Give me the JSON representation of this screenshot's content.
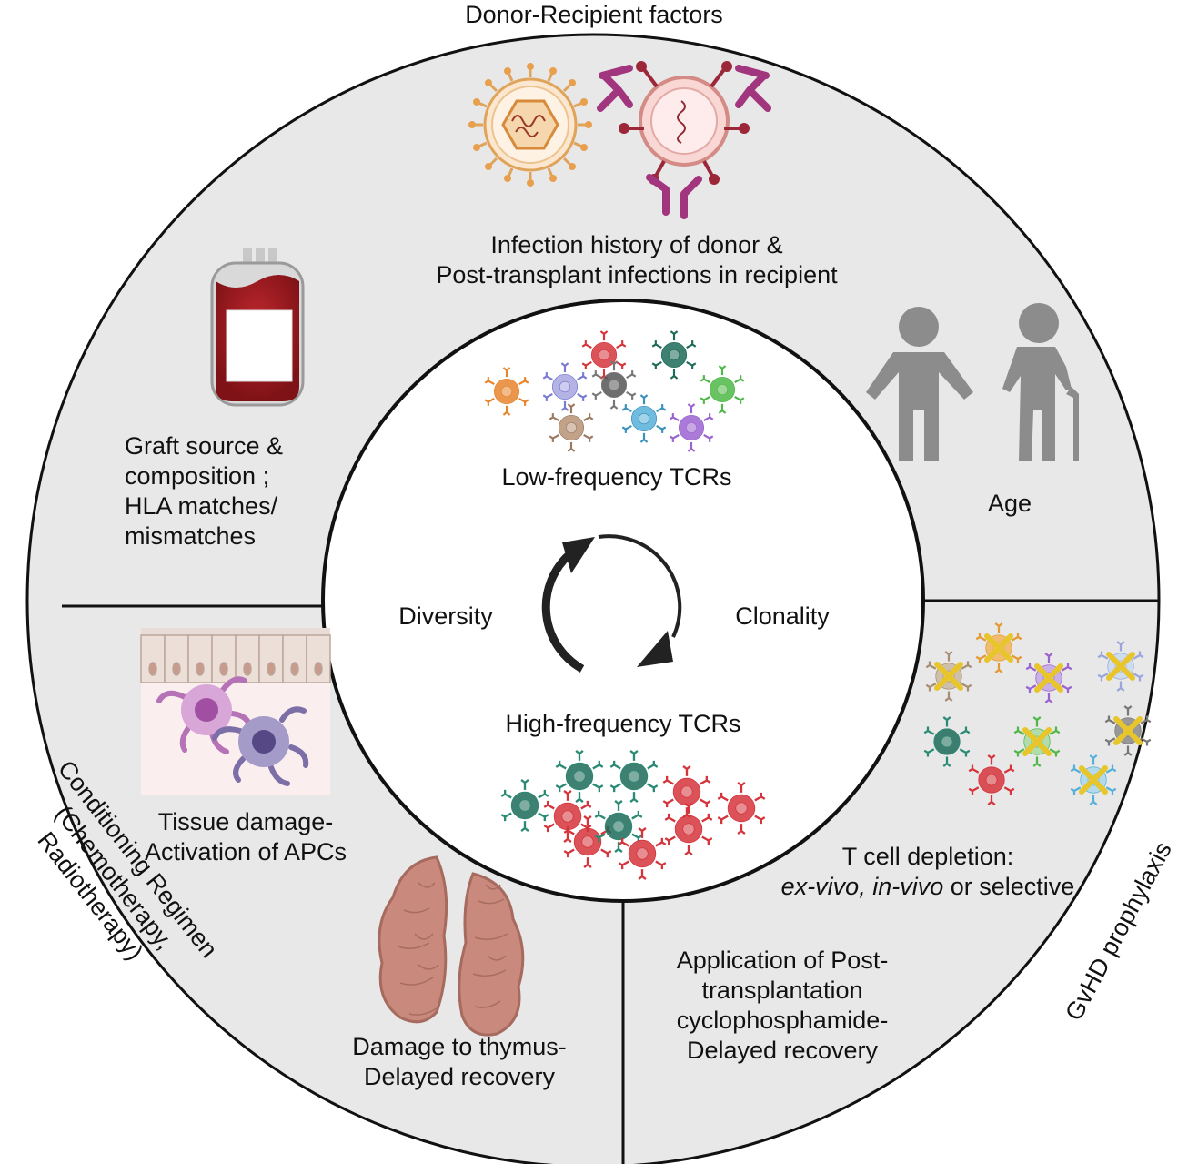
{
  "title": "Donor-Recipient factors",
  "outer_sections": {
    "infection": {
      "line1": "Infection history of donor &",
      "line2": "Post-transplant infections in recipient"
    },
    "graft": {
      "line1": "Graft source &",
      "line2": "composition ;",
      "line3": "HLA matches/",
      "line4": "mismatches"
    },
    "age": {
      "label": "Age"
    },
    "conditioning": {
      "line1": "Conditioning Regimen",
      "line2": "(Chemotherapy,",
      "line3": "Radiotherapy)"
    },
    "tissue": {
      "line1": "Tissue damage-",
      "line2": "Activation of APCs"
    },
    "thymus": {
      "line1": "Damage to thymus-",
      "line2": "Delayed recovery"
    },
    "ptcy": {
      "line1": "Application of Post-",
      "line2": "transplantation",
      "line3": "cyclophosphamide-",
      "line4": "Delayed recovery"
    },
    "tcd": {
      "line1": "T cell depletion:",
      "line2_italic_a": "ex-vivo,",
      "line2_italic_b": "in-vivo",
      "line2_rest": "or selective"
    },
    "gvhd": {
      "label": "GvHD prophylaxis"
    }
  },
  "inner_circle": {
    "low_freq": "Low-frequency TCRs",
    "high_freq": "High-frequency TCRs",
    "diversity": "Diversity",
    "clonality": "Clonality"
  },
  "icons": [
    "virus-icon",
    "antibody-virus-icon",
    "blood-bag-icon",
    "people-age-icon",
    "epithelium-apc-icon",
    "thymus-icon",
    "tcell-cluster-icon",
    "depleted-tcell-icon",
    "cycle-arrows-icon"
  ],
  "colors": {
    "ring_fill": "#e8e8e8",
    "ring_stroke": "#111111",
    "inner_fill": "#ffffff",
    "blood": "#9e1a1f",
    "virus": "#e0a35a",
    "antibody": "#a2367e",
    "person": "#8c8c8c",
    "thymus": "#c98a7d",
    "cross": "#e7c52b"
  }
}
